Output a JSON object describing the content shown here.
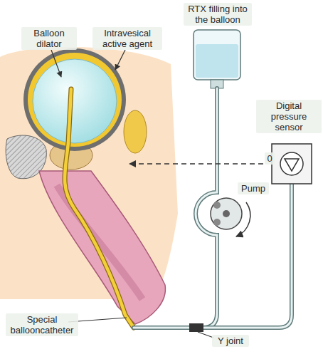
{
  "diagram": {
    "labels": [
      "RTX filling into the balloon",
      "Balloon dilator",
      "Intravesical active agent",
      "Digital pressure sensor",
      "0",
      "Pump",
      "Special ballooncatheter",
      "Y joint"
    ]
  }
}
